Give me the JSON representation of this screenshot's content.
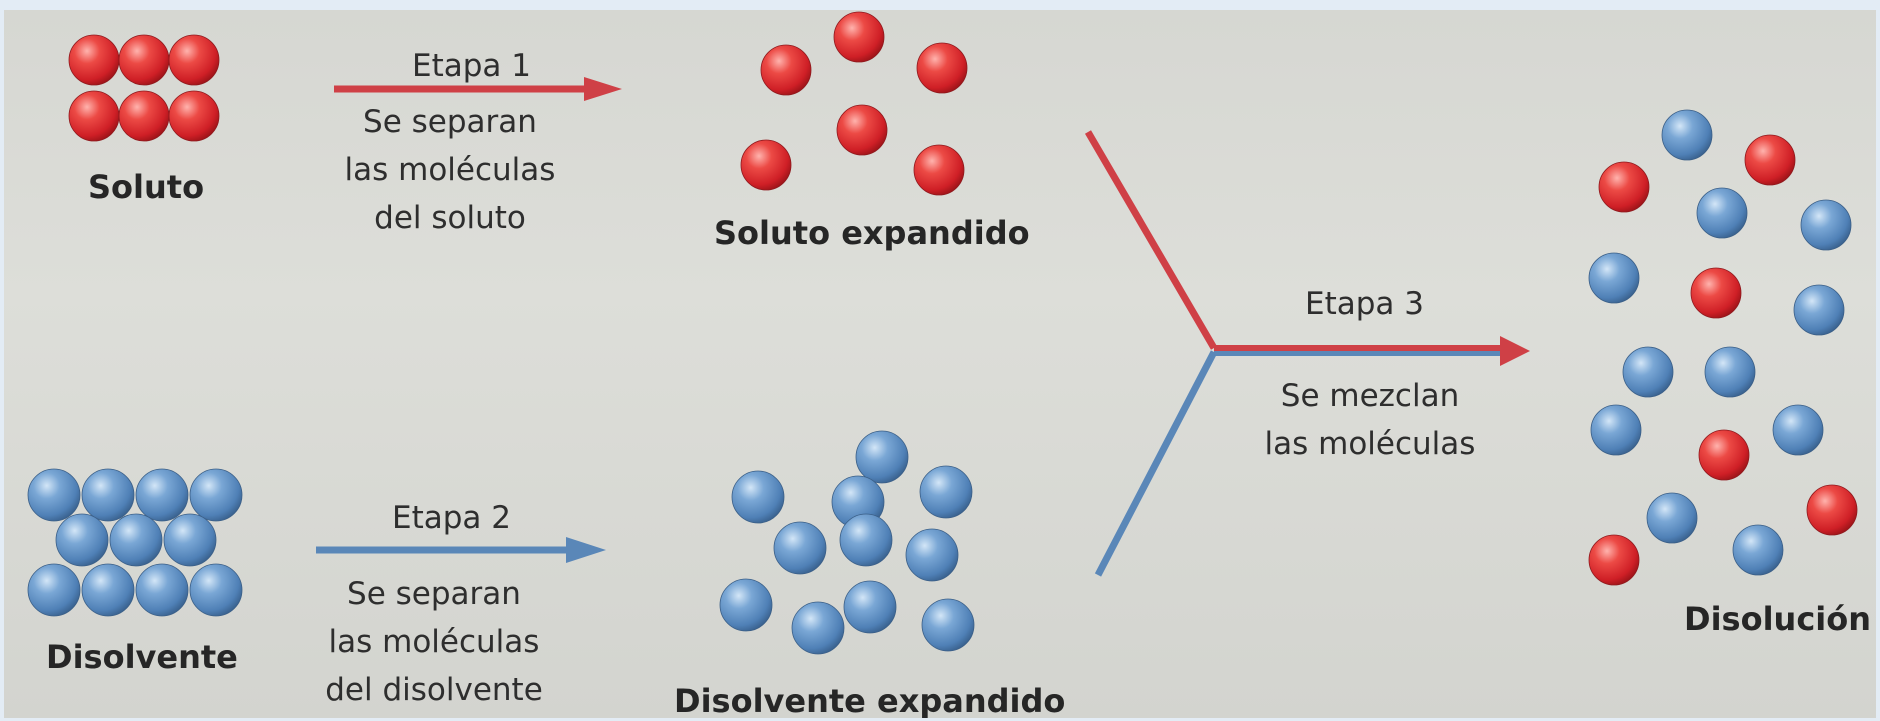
{
  "labels": {
    "solute": "Soluto",
    "solvent": "Disolvente",
    "solute_expanded": "Soluto expandido",
    "solvent_expanded": "Disolvente expandido",
    "solution": "Disolución"
  },
  "stages": [
    {
      "title": "Etapa 1",
      "lines": [
        "Se separan",
        "las moléculas",
        "del soluto"
      ]
    },
    {
      "title": "Etapa 2",
      "lines": [
        "Se separan",
        "las moléculas",
        "del disolvente"
      ]
    },
    {
      "title": "Etapa 3",
      "lines": [
        "Se mezclan",
        "las moléculas"
      ]
    }
  ],
  "colors": {
    "solute_molecule": "#d8262b",
    "solvent_molecule": "#5d8ec1",
    "solute_arrow": "#cf4046",
    "solvent_arrow": "#5a87b8",
    "text": "#2e2e2e"
  }
}
